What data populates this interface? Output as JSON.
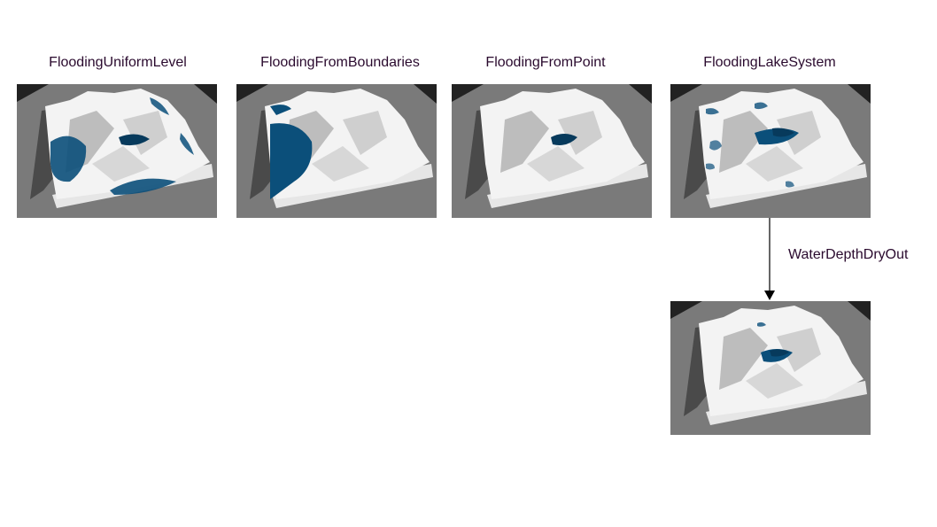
{
  "diagram": {
    "nodes": [
      {
        "id": "uniform",
        "label": "FloodingUniformLevel"
      },
      {
        "id": "boundaries",
        "label": "FloodingFromBoundaries"
      },
      {
        "id": "point",
        "label": "FloodingFromPoint"
      },
      {
        "id": "lake",
        "label": "FloodingLakeSystem"
      },
      {
        "id": "dryout",
        "label": ""
      }
    ],
    "edges": [
      {
        "from": "lake",
        "to": "dryout",
        "label": "WaterDepthDryOut"
      }
    ]
  },
  "colors": {
    "water": "#0b4f7a",
    "background": "#7a7a7a",
    "terrain": "#f2f2f2",
    "text": "#2a0a2e"
  }
}
